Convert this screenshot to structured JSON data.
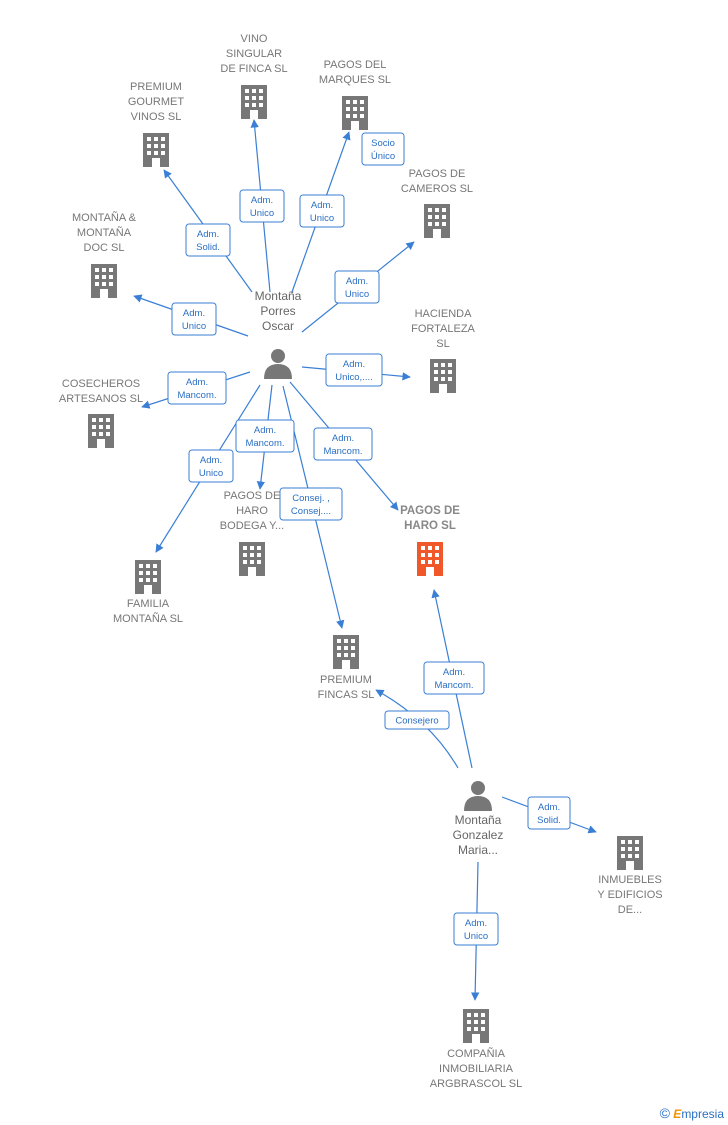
{
  "colors": {
    "edge": "#3a7fd5",
    "building": "#777777",
    "focus": "#f0582a",
    "person": "#777777"
  },
  "nodes": [
    {
      "id": "vino",
      "type": "company",
      "label": [
        "VINO",
        "SINGULAR",
        "DE FINCA  SL"
      ]
    },
    {
      "id": "pagosmarques",
      "type": "company",
      "label": [
        "PAGOS DEL",
        "MARQUES SL"
      ]
    },
    {
      "id": "premiumgourmet",
      "type": "company",
      "label": [
        "PREMIUM",
        "GOURMET",
        "VINOS  SL"
      ]
    },
    {
      "id": "pagoscameros",
      "type": "company",
      "label": [
        "PAGOS DE",
        "CAMEROS  SL"
      ]
    },
    {
      "id": "montanadoc",
      "type": "company",
      "label": [
        "MONTAÑA &",
        "MONTAÑA",
        "DOC  SL"
      ]
    },
    {
      "id": "hacienda",
      "type": "company",
      "label": [
        "HACIENDA",
        "FORTALEZA",
        "SL"
      ]
    },
    {
      "id": "cosecheros",
      "type": "company",
      "label": [
        "COSECHEROS",
        "ARTESANOS SL"
      ]
    },
    {
      "id": "pagosharobodega",
      "type": "company",
      "label": [
        "PAGOS DE",
        "HARO",
        "BODEGA Y..."
      ]
    },
    {
      "id": "pagosharo",
      "type": "company",
      "focus": true,
      "label": [
        "PAGOS DE",
        "HARO  SL"
      ]
    },
    {
      "id": "familia",
      "type": "company",
      "label": [
        "FAMILIA",
        "MONTAÑA  SL"
      ]
    },
    {
      "id": "premiumfincas",
      "type": "company",
      "label": [
        "PREMIUM",
        "FINCAS  SL"
      ]
    },
    {
      "id": "inmuebles",
      "type": "company",
      "label": [
        "INMUEBLES",
        "Y EDIFICIOS",
        "DE..."
      ]
    },
    {
      "id": "compania",
      "type": "company",
      "label": [
        "COMPAÑIA",
        "INMOBILIARIA",
        "ARGBRASCOL SL"
      ]
    },
    {
      "id": "oscar",
      "type": "person",
      "label": [
        "Montaña",
        "Porres",
        "Oscar"
      ]
    },
    {
      "id": "maria",
      "type": "person",
      "label": [
        "Montaña",
        "Gonzalez",
        "Maria..."
      ]
    }
  ],
  "edges": [
    {
      "from": "oscar",
      "to": "vino",
      "label": [
        "Adm.",
        "Unico"
      ]
    },
    {
      "from": "oscar",
      "to": "pagosmarques",
      "label": [
        "Adm.",
        "Unico"
      ]
    },
    {
      "from": "oscar",
      "to": "premiumgourmet",
      "label": [
        "Adm.",
        "Solid."
      ]
    },
    {
      "from": "oscar",
      "to": "pagoscameros",
      "label": [
        "Adm.",
        "Unico"
      ]
    },
    {
      "from": "oscar",
      "to": "montanadoc",
      "label": [
        "Adm.",
        "Unico"
      ]
    },
    {
      "from": "oscar",
      "to": "hacienda",
      "label": [
        "Adm.",
        "Unico,...."
      ]
    },
    {
      "from": "oscar",
      "to": "cosecheros",
      "label": [
        "Adm.",
        "Mancom."
      ]
    },
    {
      "from": "oscar",
      "to": "pagosharobodega",
      "label": [
        "Adm.",
        "Mancom."
      ]
    },
    {
      "from": "oscar",
      "to": "pagosharo",
      "label": [
        "Adm.",
        "Mancom."
      ]
    },
    {
      "from": "oscar",
      "to": "familia",
      "label": [
        "Adm.",
        "Unico"
      ]
    },
    {
      "from": "oscar",
      "to": "premiumfincas",
      "label": [
        "Consej. ,",
        "Consej...."
      ]
    },
    {
      "from": "pagosmarques",
      "to": "pagosmarques",
      "label": [
        "Socio",
        "Único"
      ]
    },
    {
      "from": "maria",
      "to": "pagosharo",
      "label": [
        "Adm.",
        "Mancom."
      ]
    },
    {
      "from": "maria",
      "to": "premiumfincas",
      "label": [
        "Consejero"
      ]
    },
    {
      "from": "maria",
      "to": "inmuebles",
      "label": [
        "Adm.",
        "Solid."
      ]
    },
    {
      "from": "maria",
      "to": "compania",
      "label": [
        "Adm.",
        "Unico"
      ]
    }
  ],
  "brand": {
    "symbol": "©",
    "first_letter": "E",
    "rest": "mpresia"
  }
}
